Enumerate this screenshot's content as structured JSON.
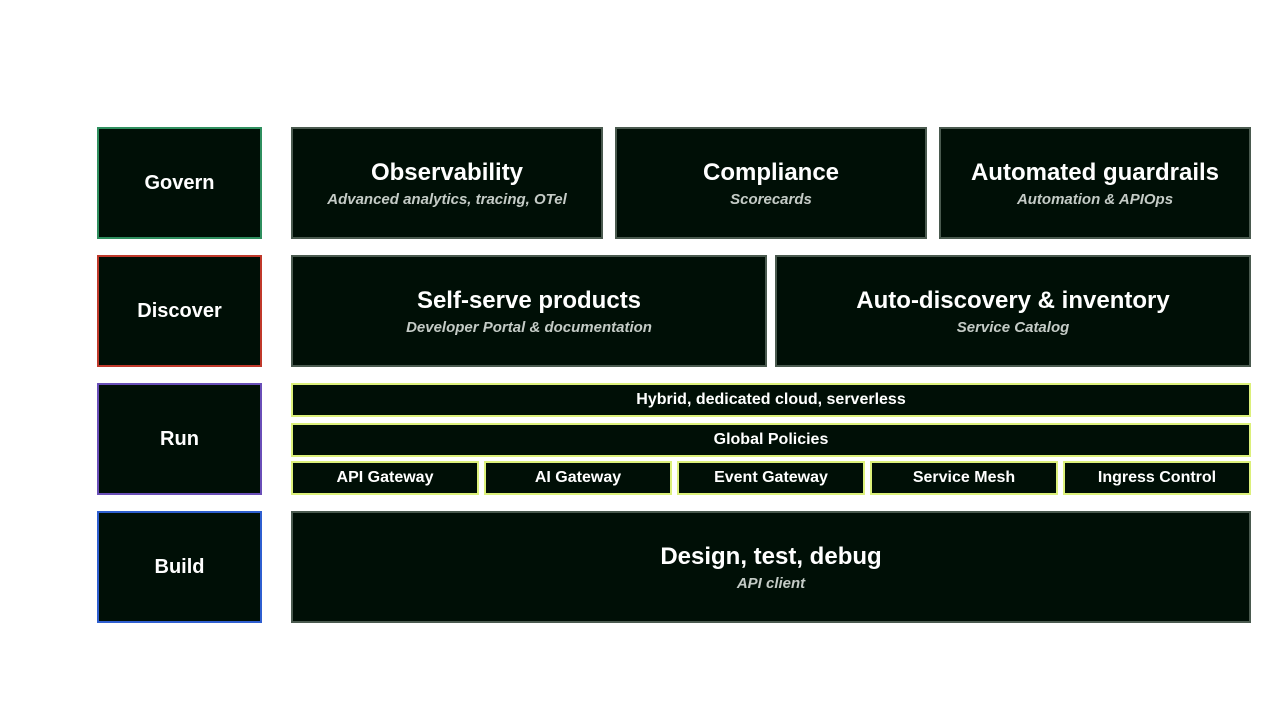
{
  "layers": {
    "govern": {
      "label": "Govern",
      "color": "#2f8f5f"
    },
    "discover": {
      "label": "Discover",
      "color": "#c0392b"
    },
    "run": {
      "label": "Run",
      "color": "#6a4fb8"
    },
    "build": {
      "label": "Build",
      "color": "#2f5fd0"
    }
  },
  "govern": [
    {
      "title": "Observability",
      "subtitle": "Advanced analytics, tracing, OTel"
    },
    {
      "title": "Compliance",
      "subtitle": "Scorecards"
    },
    {
      "title": "Automated guardrails",
      "subtitle": "Automation & APIOps"
    }
  ],
  "discover": [
    {
      "title": "Self-serve products",
      "subtitle": "Developer Portal & documentation"
    },
    {
      "title": "Auto-discovery & inventory",
      "subtitle": "Service Catalog"
    }
  ],
  "run": {
    "deployment": "Hybrid, dedicated cloud, serverless",
    "policies": "Global Policies",
    "gateways": [
      "API Gateway",
      "AI Gateway",
      "Event Gateway",
      "Service Mesh",
      "Ingress Control"
    ],
    "accent": "#dcf07a"
  },
  "build": {
    "title": "Design, test, debug",
    "subtitle": "API client"
  }
}
